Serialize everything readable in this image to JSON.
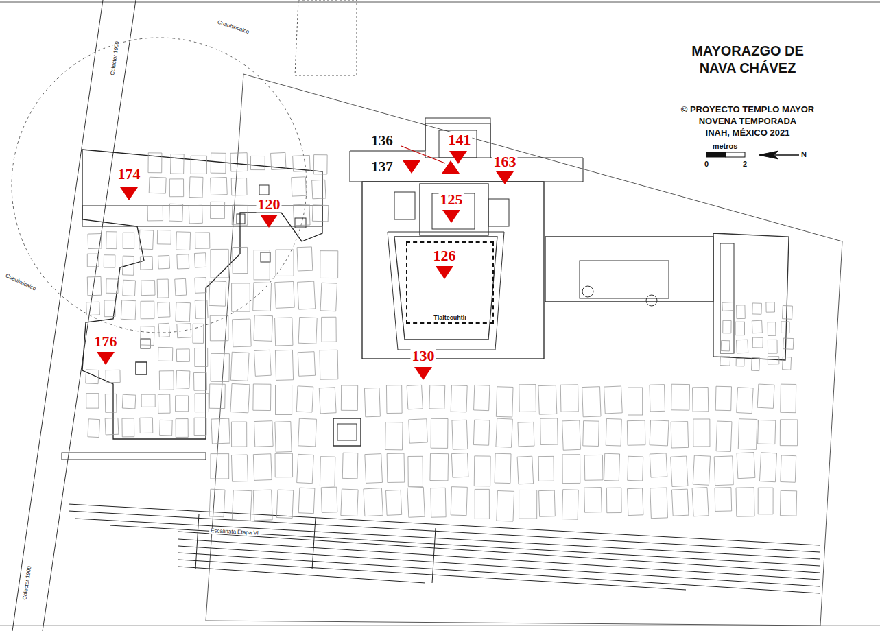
{
  "diagram": {
    "title": "MAYORAZGO DE NAVA CHÁVEZ",
    "nodes": [
      {
        "text": [
          "Tlaltecuhtli"
        ]
      }
    ],
    "labels": [
      "© PROYECTO TEMPLO MAYOR",
      "NOVENA TEMPORADA",
      "INAH, MÉXICO 2021",
      "metros",
      "0",
      "2",
      "N",
      "136",
      "141",
      "137",
      "163",
      "174",
      "120",
      "125",
      "126",
      "176",
      "130",
      "Colector 1900",
      "Cuauhxicalco",
      "Cuauhxicalco",
      "Colector 1900",
      "Escalinata Etapa VI"
    ]
  }
}
